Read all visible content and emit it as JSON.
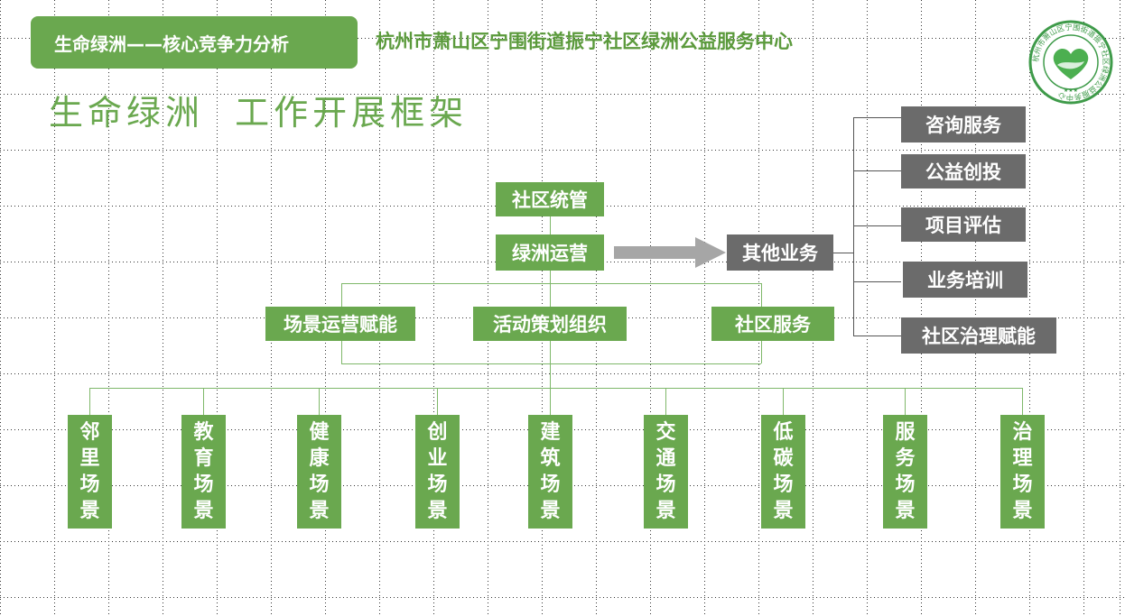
{
  "header": {
    "badge": "生命绿洲——核心竞争力分析",
    "org": "杭州市萧山区宁围街道振宁社区绿洲公益服务中心"
  },
  "title": "生命绿洲  工作开展框架",
  "logo": {
    "ring_text": "杭州市萧山区宁围街道振宁社区绿洲公益服务中心",
    "stars": "★★★"
  },
  "diagram": {
    "top1": "社区统管",
    "top2": "绿洲运营",
    "other": "其他业务",
    "right_items": [
      "咨询服务",
      "公益创投",
      "项目评估",
      "业务培训",
      "社区治理赋能"
    ],
    "mid": [
      "场景运营赋能",
      "活动策划组织",
      "社区服务"
    ],
    "scenes": [
      [
        "邻",
        "里",
        "场",
        "景"
      ],
      [
        "教",
        "育",
        "场",
        "景"
      ],
      [
        "健",
        "康",
        "场",
        "景"
      ],
      [
        "创",
        "业",
        "场",
        "景"
      ],
      [
        "建",
        "筑",
        "场",
        "景"
      ],
      [
        "交",
        "通",
        "场",
        "景"
      ],
      [
        "低",
        "碳",
        "场",
        "景"
      ],
      [
        "服",
        "务",
        "场",
        "景"
      ],
      [
        "治",
        "理",
        "场",
        "景"
      ]
    ]
  },
  "colors": {
    "green": "#6aa84f",
    "gray": "#6b6b6b",
    "arrow": "#a6a6a6"
  }
}
